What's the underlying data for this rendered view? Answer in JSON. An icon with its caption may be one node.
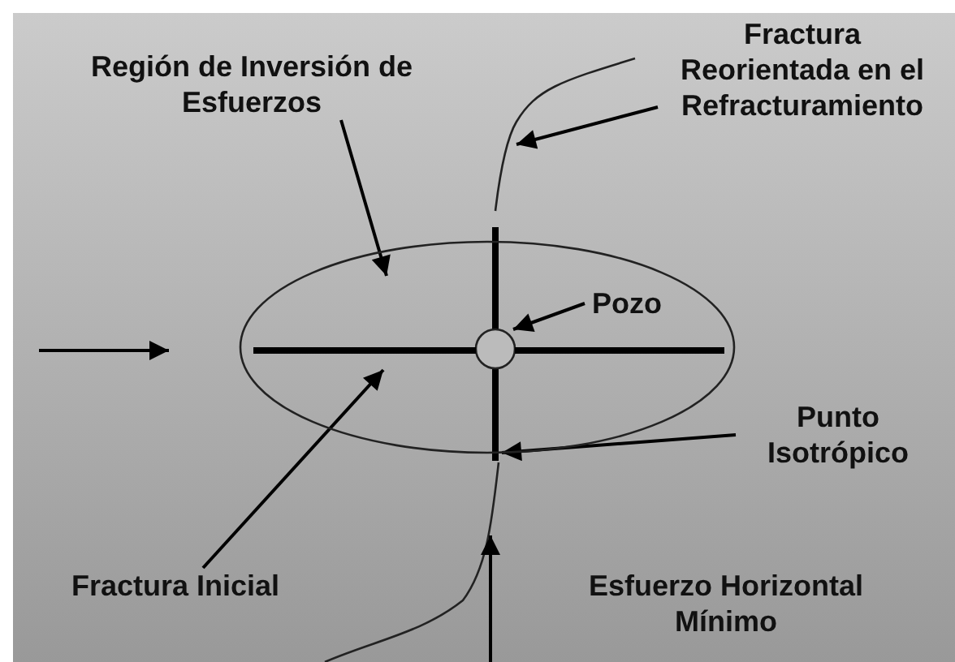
{
  "diagram": {
    "nodes": [
      {
        "text": [
          "Región de Inversión de Esfuerzos"
        ]
      },
      {
        "text": [],
        "shape": "ellipse"
      },
      {
        "text": [
          "Fractura Reorientada en el Refracturamiento"
        ]
      },
      {
        "text": [],
        "shape": "curve"
      },
      {
        "text": [
          "Pozo"
        ],
        "in": 1
      },
      {
        "text": [],
        "shape": "circle",
        "in": 1
      },
      {
        "text": [
          "Punto Isotrópico"
        ]
      },
      {
        "text": [
          "Fractura Inicial"
        ]
      },
      {
        "text": [],
        "shape": "line",
        "in": 1
      }
    ],
    "edges": [
      {
        "from": 0,
        "to": 1,
        "arrow": "to"
      },
      {
        "from": 2,
        "to": 3,
        "arrow": "to"
      },
      {
        "from": 4,
        "to": 5,
        "arrow": "to"
      },
      {
        "from": 6,
        "to": 1,
        "arrow": "to"
      },
      {
        "from": 7,
        "to": 8,
        "arrow": "to"
      }
    ],
    "labels": [
      "Esfuerzo Horizontal Mínimo"
    ]
  }
}
